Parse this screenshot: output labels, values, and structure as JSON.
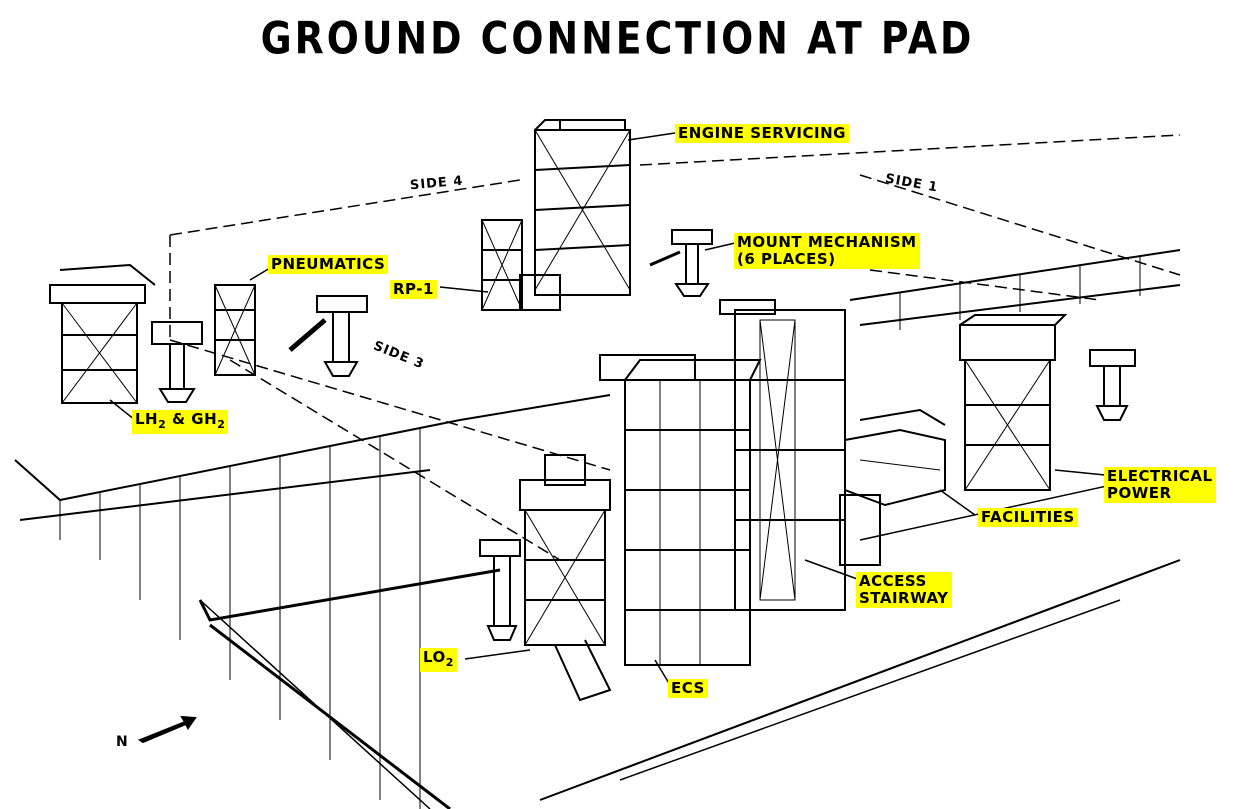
{
  "title": "GROUND CONNECTION AT PAD",
  "labels": {
    "engine_servicing": "ENGINE SERVICING",
    "mount_mechanism_1": "MOUNT MECHANISM",
    "mount_mechanism_2": "(6 PLACES)",
    "pneumatics": "PNEUMATICS",
    "rp1": "RP-1",
    "lh2_gh2_a": "LH",
    "lh2_gh2_sub1": "2",
    "lh2_gh2_b": " & GH",
    "lh2_gh2_sub2": "2",
    "electrical_power_1": "ELECTRICAL",
    "electrical_power_2": "POWER",
    "facilities": "FACILITIES",
    "access_stairway_1": "ACCESS",
    "access_stairway_2": "STAIRWAY",
    "lo2_a": "LO",
    "lo2_sub": "2",
    "ecs": "ECS"
  },
  "sides": {
    "side1": "SIDE 1",
    "side3": "SIDE 3",
    "side4": "SIDE 4"
  },
  "north": "N",
  "colors": {
    "highlight": "#ffff00",
    "ink": "#000000"
  }
}
